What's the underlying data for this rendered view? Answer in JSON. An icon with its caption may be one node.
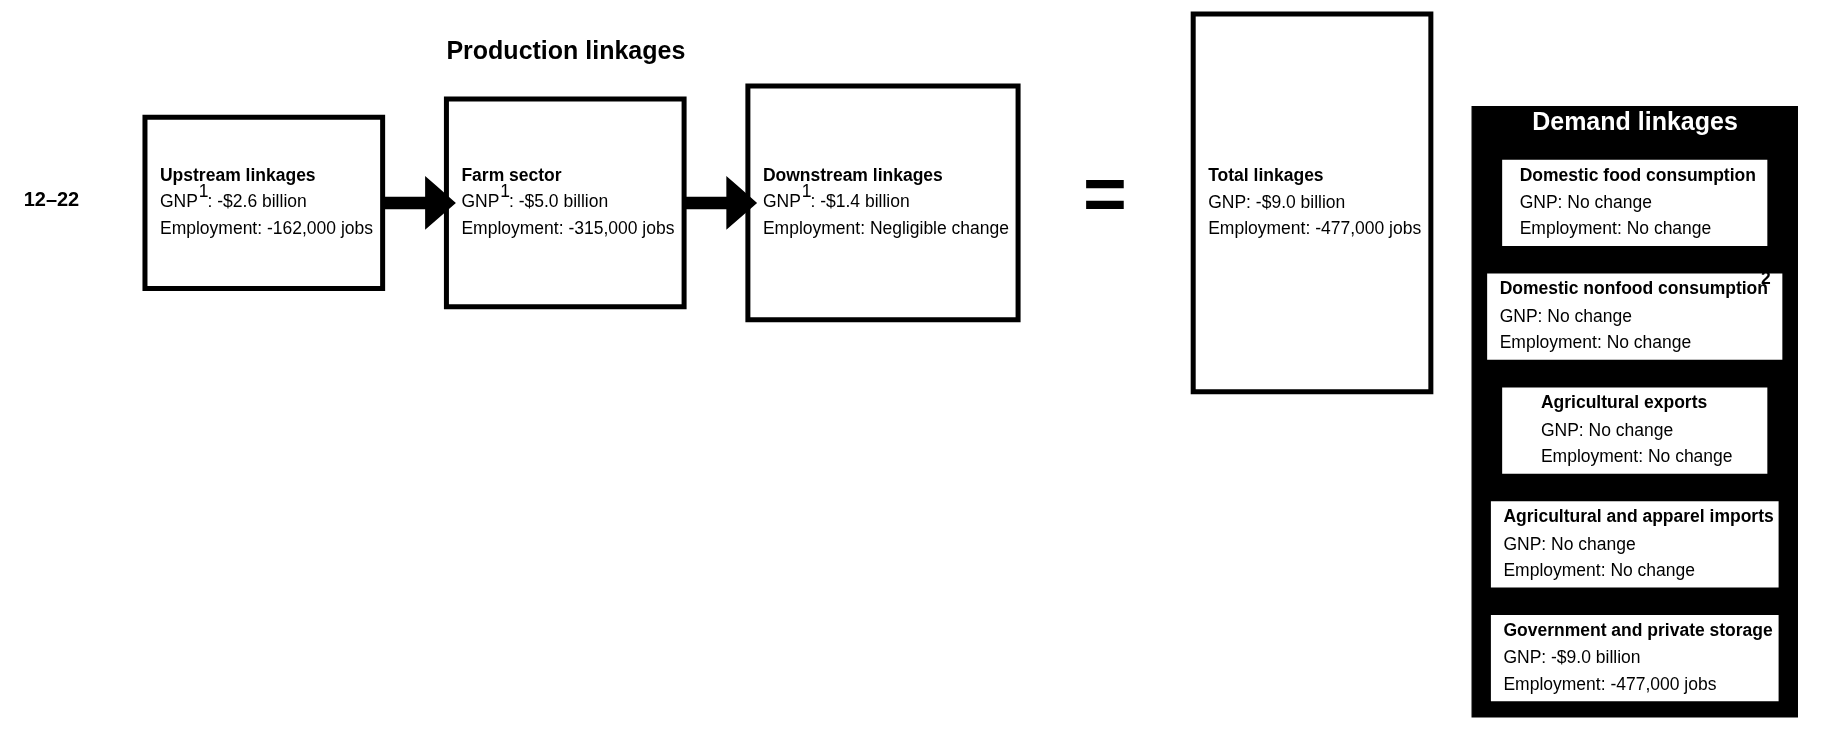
{
  "diagram": {
    "nodes": [
      {
        "text": [
          "Upstream linkages",
          "GNP$^{1}$: -$2.6 billion",
          "Employment: -162,000 jobs"
        ]
      },
      {
        "text": [
          "Farm sector",
          "GNP$^{1}$: -$5.0 billion",
          "Employment: -315,000 jobs"
        ]
      },
      {
        "text": [
          "Downstream linkages",
          "GNP$^{1}$: -$1.4 billion",
          "Employment: Negligible change"
        ]
      },
      {
        "text": [
          "Total linkages",
          "GNP: -$9.0 billion",
          "Employment: -477,000 jobs"
        ]
      },
      {
        "text": [
          "Demand linkages"
        ]
      },
      {
        "text": [
          "Domestic food consumption",
          "GNP: No change",
          "Employment: No change"
        ],
        "in": 4
      },
      {
        "text": [
          "Domestic nonfood consumption$^{2}$",
          "GNP: No change",
          "Employment: No change"
        ],
        "in": 4
      },
      {
        "text": [
          "Agricultural exports",
          "GNP: No change",
          "Employment: No change"
        ],
        "in": 4
      },
      {
        "text": [
          "Agricultural and apparel imports",
          "GNP: No change",
          "Employment: No change"
        ],
        "in": 4
      },
      {
        "text": [
          "Government and private storage",
          "GNP: -$9.0 billion",
          "Employment: -477,000 jobs"
        ],
        "in": 4
      }
    ],
    "edges": [
      {
        "from": 0,
        "to": 1,
        "arrow": "to"
      },
      {
        "from": 1,
        "to": 2,
        "arrow": "to"
      }
    ],
    "labels": [
      "Production linkages",
      "12–22",
      "="
    ]
  }
}
